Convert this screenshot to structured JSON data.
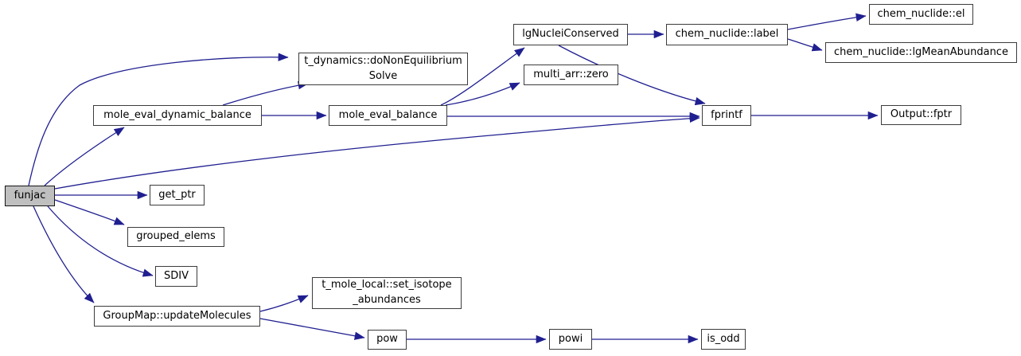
{
  "diagram": {
    "type": "call-graph",
    "colors": {
      "edge": "#201f90",
      "border": "#3c3c3c",
      "highlight": "#bfbfbf",
      "text": "#000000",
      "bg": "#ffffff",
      "nodebg": "#ffffff"
    },
    "nodes": {
      "funjac": {
        "label": "funjac",
        "highlighted": true
      },
      "t_dynamics_doNonEquilibriumSolve": {
        "label": "t_dynamics::doNonEquilibrium\nSolve"
      },
      "mole_eval_dynamic_balance": {
        "label": "mole_eval_dynamic_balance"
      },
      "mole_eval_balance": {
        "label": "mole_eval_balance"
      },
      "lgNucleiConserved": {
        "label": "lgNucleiConserved"
      },
      "chem_nuclide_label": {
        "label": "chem_nuclide::label"
      },
      "chem_nuclide_el": {
        "label": "chem_nuclide::el"
      },
      "chem_nuclide_lgMeanAbundance": {
        "label": "chem_nuclide::lgMeanAbundance"
      },
      "multi_arr_zero": {
        "label": "multi_arr::zero"
      },
      "fprintf": {
        "label": "fprintf"
      },
      "output_fptr": {
        "label": "Output::fptr"
      },
      "get_ptr": {
        "label": "get_ptr"
      },
      "grouped_elems": {
        "label": "grouped_elems"
      },
      "sdiv": {
        "label": "SDIV"
      },
      "groupmap_updateMolecules": {
        "label": "GroupMap::updateMolecules"
      },
      "t_mole_local_set_isotope_abundances": {
        "label": "t_mole_local::set_isotope\n_abundances"
      },
      "pow": {
        "label": "pow"
      },
      "powi": {
        "label": "powi"
      },
      "is_odd": {
        "label": "is_odd"
      }
    },
    "edges": [
      {
        "from": "funjac",
        "to": "t_dynamics::doNonEquilibriumSolve"
      },
      {
        "from": "funjac",
        "to": "mole_eval_dynamic_balance"
      },
      {
        "from": "funjac",
        "to": "fprintf"
      },
      {
        "from": "funjac",
        "to": "get_ptr"
      },
      {
        "from": "funjac",
        "to": "grouped_elems"
      },
      {
        "from": "funjac",
        "to": "SDIV"
      },
      {
        "from": "funjac",
        "to": "GroupMap::updateMolecules"
      },
      {
        "from": "mole_eval_dynamic_balance",
        "to": "t_dynamics::doNonEquilibriumSolve"
      },
      {
        "from": "mole_eval_dynamic_balance",
        "to": "mole_eval_balance"
      },
      {
        "from": "mole_eval_balance",
        "to": "lgNucleiConserved"
      },
      {
        "from": "mole_eval_balance",
        "to": "multi_arr::zero"
      },
      {
        "from": "mole_eval_balance",
        "to": "fprintf"
      },
      {
        "from": "lgNucleiConserved",
        "to": "chem_nuclide::label"
      },
      {
        "from": "lgNucleiConserved",
        "to": "fprintf"
      },
      {
        "from": "chem_nuclide::label",
        "to": "chem_nuclide::el"
      },
      {
        "from": "chem_nuclide::label",
        "to": "chem_nuclide::lgMeanAbundance"
      },
      {
        "from": "fprintf",
        "to": "Output::fptr"
      },
      {
        "from": "GroupMap::updateMolecules",
        "to": "t_mole_local::set_isotope_abundances"
      },
      {
        "from": "GroupMap::updateMolecules",
        "to": "pow"
      },
      {
        "from": "pow",
        "to": "powi"
      },
      {
        "from": "powi",
        "to": "is_odd"
      }
    ]
  }
}
